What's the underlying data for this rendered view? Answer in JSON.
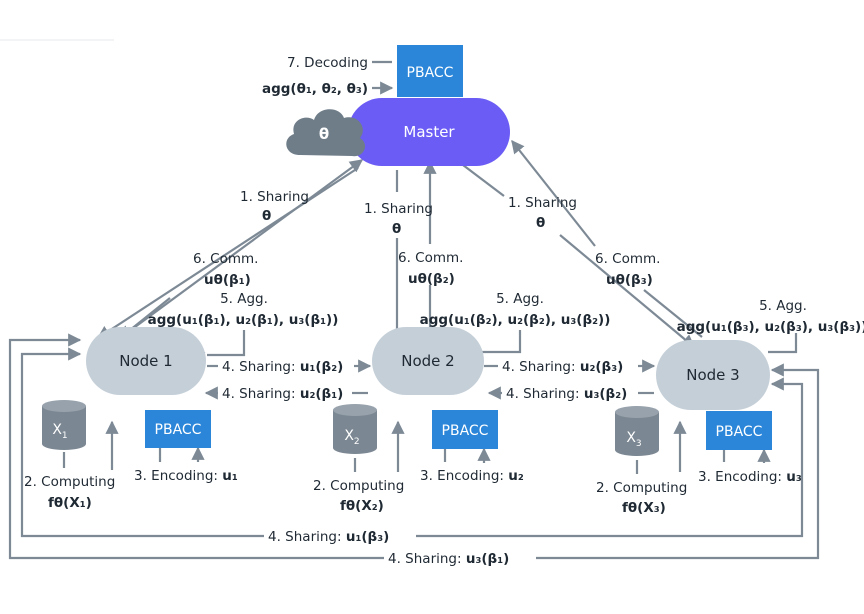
{
  "master": {
    "label": "Master"
  },
  "cloud": {
    "label": "θ"
  },
  "nodes": [
    {
      "label": "Node 1"
    },
    {
      "label": "Node 2"
    },
    {
      "label": "Node 3"
    }
  ],
  "pbacc": {
    "label": "PBACC"
  },
  "datasets": [
    {
      "base": "X",
      "sub": "1"
    },
    {
      "base": "X",
      "sub": "2"
    },
    {
      "base": "X",
      "sub": "3"
    }
  ],
  "labels": {
    "decoding_title": "7. Decoding",
    "decoding_fn": "agg(θ₁, θ₂, θ₃)",
    "sharing_theta": "1. Sharing",
    "theta": "θ",
    "comm": "6. Comm.",
    "comm_1": "uθ(β₁)",
    "comm_2": "uθ(β₂)",
    "comm_3": "uθ(β₃)",
    "agg": "5. Agg.",
    "agg_1": "agg(u₁(β₁), u₂(β₁), u₃(β₁))",
    "agg_2": "agg(u₁(β₂), u₂(β₂), u₃(β₂))",
    "agg_3": "agg(u₁(β₃), u₂(β₃), u₃(β₃))",
    "sharing_prefix": "4. Sharing:",
    "share_u1_b2": "u₁(β₂)",
    "share_u2_b1": "u₂(β₁)",
    "share_u2_b3": "u₂(β₃)",
    "share_u3_b2": "u₃(β₂)",
    "share_u1_b3": "u₁(β₃)",
    "share_u3_b1": "u₃(β₁)",
    "computing": "2. Computing",
    "comp_1": "fθ(X₁)",
    "comp_2": "fθ(X₂)",
    "comp_3": "fθ(X₃)",
    "encoding": "3. Encoding:",
    "enc_1": "u₁",
    "enc_2": "u₂",
    "enc_3": "u₃"
  },
  "colors": {
    "master": "#6b5cf5",
    "node": "#c5cfd8",
    "pbacc": "#2b86d9",
    "cloud": "#6f7d89",
    "cylinder": "#7b8792",
    "line": "#7d8a96"
  }
}
